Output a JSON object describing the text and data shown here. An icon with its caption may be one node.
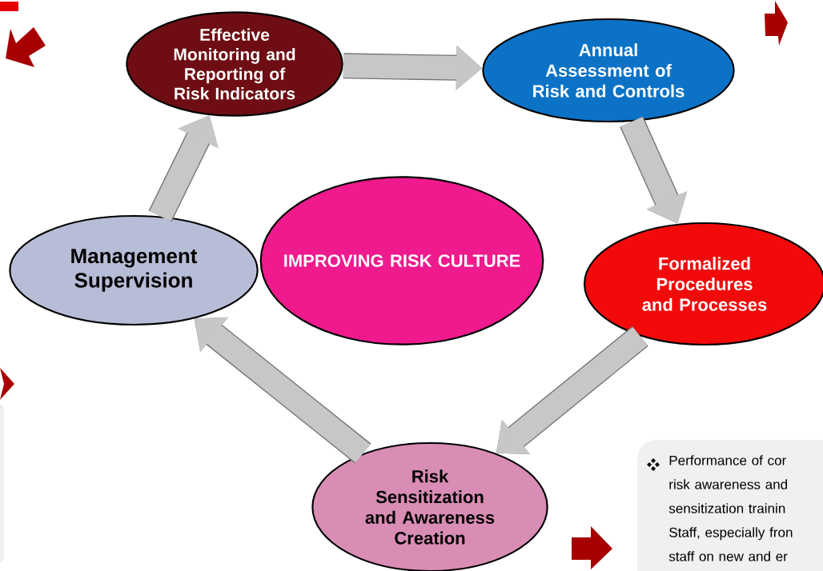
{
  "diagram": {
    "nodes": [
      {
        "text": [
          "Effective Monitoring and Reporting of Risk Indicators"
        ]
      },
      {
        "text": [
          "Annual Assessment of Risk and Controls"
        ]
      },
      {
        "text": [
          "Formalized Procedures and Processes"
        ]
      },
      {
        "text": [
          "Risk Sensitization and  Awareness Creation"
        ]
      },
      {
        "text": [
          "Management Supervision"
        ]
      },
      {
        "text": [
          "IMPROVING RISK CULTURE"
        ]
      }
    ],
    "edges": [
      {
        "from": 0,
        "to": 1,
        "arrow": "to"
      },
      {
        "from": 1,
        "to": 2,
        "arrow": "to"
      },
      {
        "from": 2,
        "to": 3,
        "arrow": "to"
      },
      {
        "from": 3,
        "to": 4,
        "arrow": "to"
      },
      {
        "from": 4,
        "to": 0,
        "arrow": "to"
      }
    ],
    "labels": [
      "Performance of  cor risk awareness and sensitization trainin Staff, especially fron staff on new  and er"
    ]
  }
}
